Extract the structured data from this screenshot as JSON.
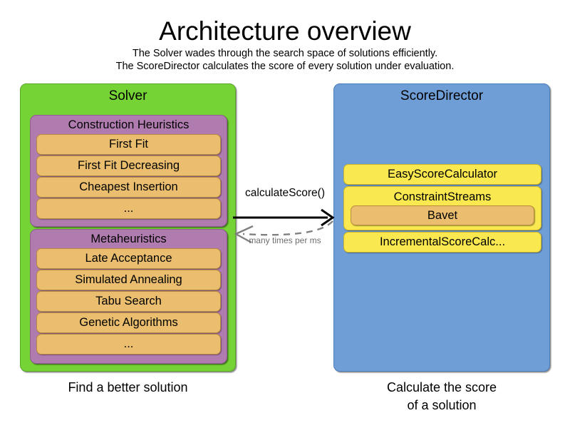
{
  "header": {
    "title": "Architecture overview",
    "subtitle_line1": "The Solver wades through the search space of solutions efficiently.",
    "subtitle_line2": "The ScoreDirector calculates the score of every solution under evaluation."
  },
  "colors": {
    "solver_panel": "#76d335",
    "scoredirector_panel": "#6f9dd6",
    "group_purple": "#b07cb0",
    "item_orange": "#eabe6e",
    "score_yellow": "#f9e84f",
    "arrow_solid": "#000000",
    "arrow_dashed": "#808080",
    "background": "#ffffff"
  },
  "solver": {
    "title": "Solver",
    "caption": "Find a better solution",
    "groups": [
      {
        "title": "Construction Heuristics",
        "items": [
          {
            "label": "First Fit"
          },
          {
            "label": "First Fit Decreasing"
          },
          {
            "label": "Cheapest Insertion"
          },
          {
            "label": "..."
          }
        ]
      },
      {
        "title": "Metaheuristics",
        "items": [
          {
            "label": "Late Acceptance"
          },
          {
            "label": "Simulated Annealing"
          },
          {
            "label": "Tabu Search"
          },
          {
            "label": "Genetic Algorithms"
          },
          {
            "label": "..."
          }
        ]
      }
    ]
  },
  "scoredirector": {
    "title": "ScoreDirector",
    "caption_line1": "Calculate the score",
    "caption_line2": "of a solution",
    "calculators": [
      {
        "label": "EasyScoreCalculator",
        "nested": null
      },
      {
        "label": "ConstraintStreams",
        "nested": "Bavet"
      },
      {
        "label": "IncrementalScoreCalc...",
        "nested": null
      }
    ]
  },
  "arrows": {
    "request_label": "calculateScore()",
    "response_label": "many times per ms"
  }
}
